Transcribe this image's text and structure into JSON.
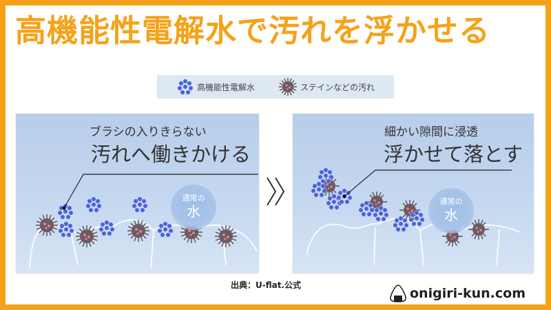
{
  "header": {
    "title": "高機能性電解水で汚れを浮かせる"
  },
  "legend": {
    "water_label": "高機能性電解水",
    "stain_label": "ステインなどの汚れ"
  },
  "left_panel": {
    "caption_line1": "ブラシの入りきらない",
    "caption_line2": "汚れへ働きかける",
    "badge_line1": "通常の",
    "badge_line2": "水"
  },
  "right_panel": {
    "caption_line1": "細かい隙間に浸透",
    "caption_line2": "浮かせて落とす",
    "badge_line1": "通常の",
    "badge_line2": "水"
  },
  "footer": {
    "source": "出典：U-flat.公式",
    "site_name": "onigiri-kun.com"
  },
  "colors": {
    "accent": "#f5a21a",
    "water_molecule": "#4a63d8",
    "stain": "#6b5b5f",
    "panel_background": "#c1d4ee"
  },
  "icons": {
    "arrow": "double-chevron-right",
    "logo": "onigiri-rice-ball"
  }
}
